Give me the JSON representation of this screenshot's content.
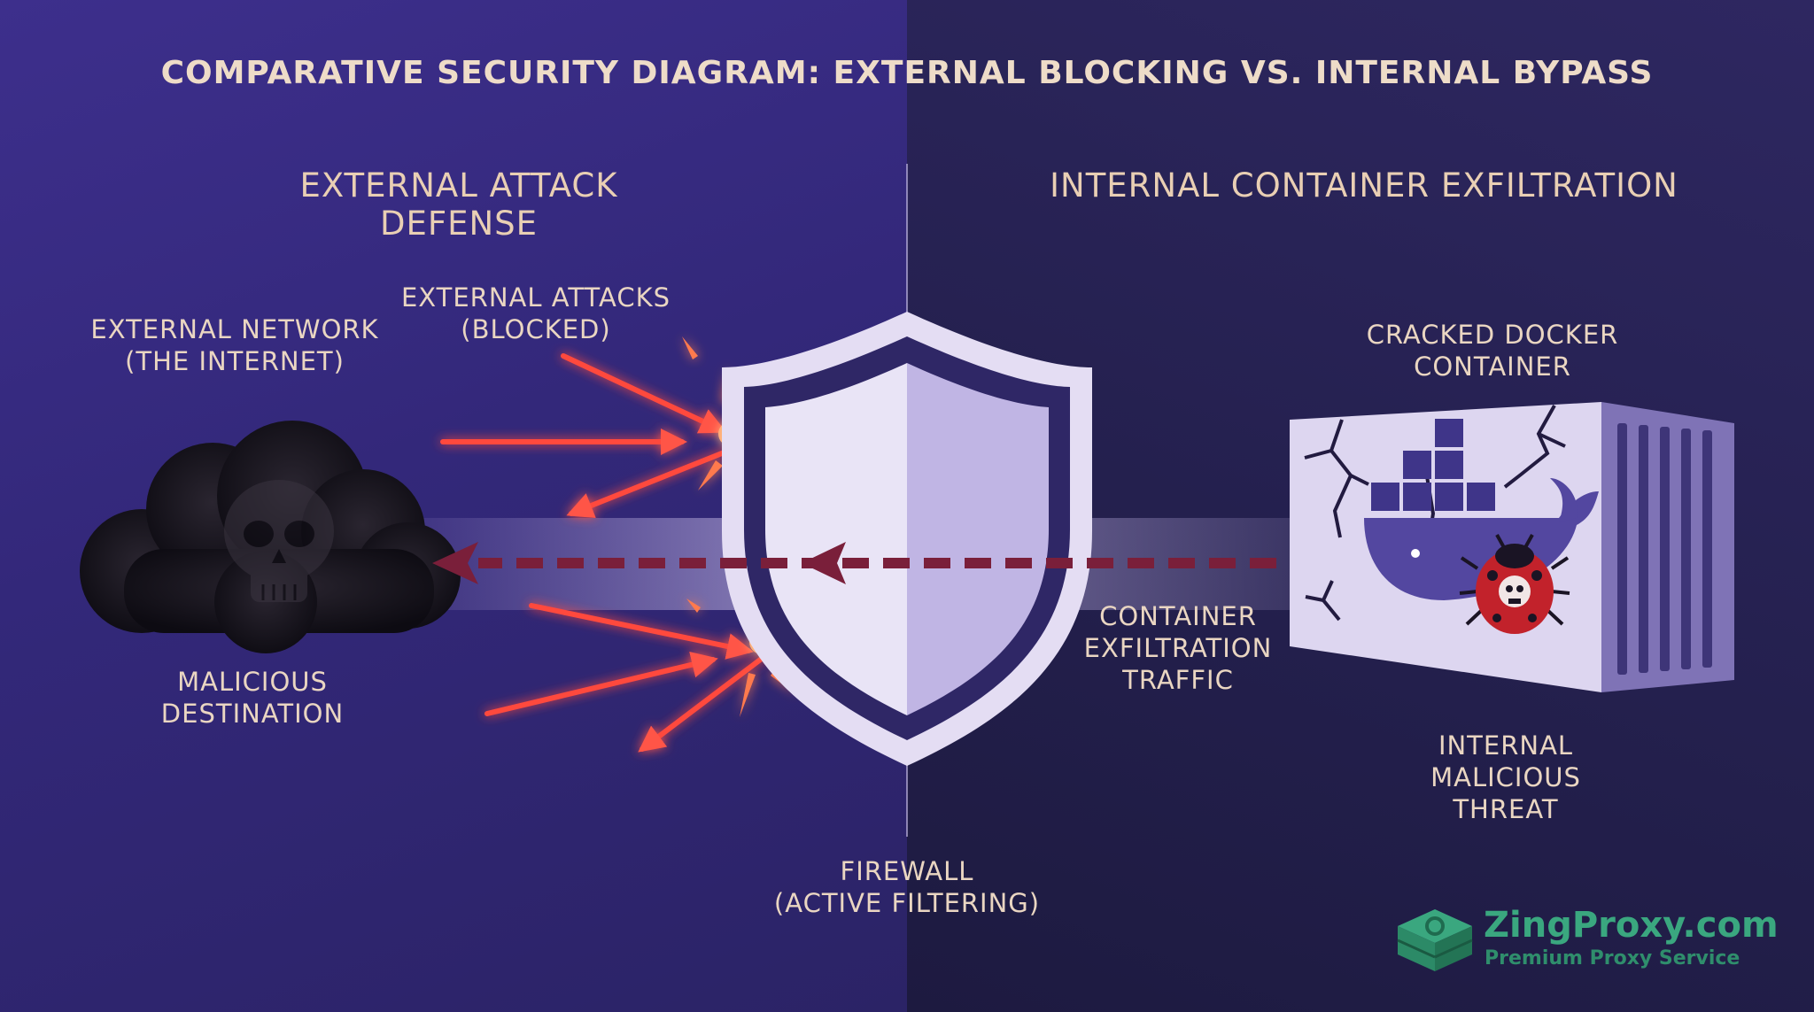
{
  "title": "COMPARATIVE SECURITY DIAGRAM: EXTERNAL BLOCKING VS. INTERNAL BYPASS",
  "sections": {
    "left": "EXTERNAL ATTACK DEFENSE",
    "right": "INTERNAL CONTAINER EXFILTRATION"
  },
  "labels": {
    "external_network": [
      "EXTERNAL NETWORK",
      "(THE INTERNET)"
    ],
    "external_attacks": [
      "EXTERNAL ATTACKS",
      "(BLOCKED)"
    ],
    "malicious_destination": [
      "MALICIOUS",
      "DESTINATION"
    ],
    "firewall": [
      "FIREWALL",
      "(ACTIVE FILTERING)"
    ],
    "container_traffic": [
      "CONTAINER",
      "EXFILTRATION",
      "TRAFFIC"
    ],
    "cracked_container": [
      "CRACKED DOCKER",
      "CONTAINER"
    ],
    "internal_threat": [
      "INTERNAL",
      "MALICIOUS",
      "THREAT"
    ]
  },
  "watermark": {
    "name": "ZingProxy.com",
    "tagline": "Premium Proxy Service"
  },
  "colors": {
    "attack_red": "#ff4a3d",
    "exfil_dashed": "#7a1f3a",
    "shield_light": "#e4ddf3",
    "shield_dark": "#2f2766",
    "watermark_green": "#3aa77f"
  }
}
